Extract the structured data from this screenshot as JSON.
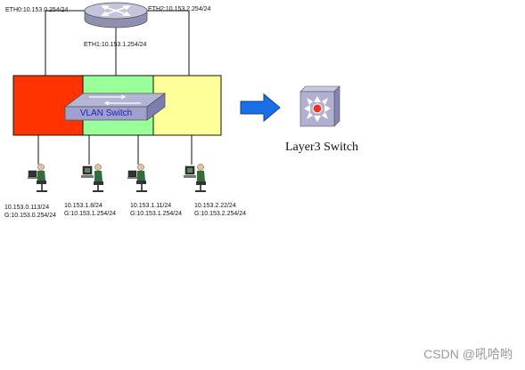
{
  "router": {
    "eth0": "ETH0:10.153.0.254/24",
    "eth1": "ETH1:10.153.1.254/24",
    "eth2": "ETH2:10.153.2.254/24"
  },
  "vlan_switch_label": "VLAN Switch",
  "vlan_colors": [
    "#ff3300",
    "#99ff99",
    "#ffff99"
  ],
  "hosts": [
    {
      "ip": "10.153.0.113/24",
      "gw": "G:10.153.0.254/24"
    },
    {
      "ip": "10.153.1.8/24",
      "gw": "G:10.153.1.254/24"
    },
    {
      "ip": "10.153.1.11/24",
      "gw": "G:10.153.1.254/24"
    },
    {
      "ip": "10.153.2.22/24",
      "gw": "G:10.153.2.254/24"
    }
  ],
  "layer3_label": "Layer3 Switch",
  "watermark": "CSDN @吼哈哟"
}
